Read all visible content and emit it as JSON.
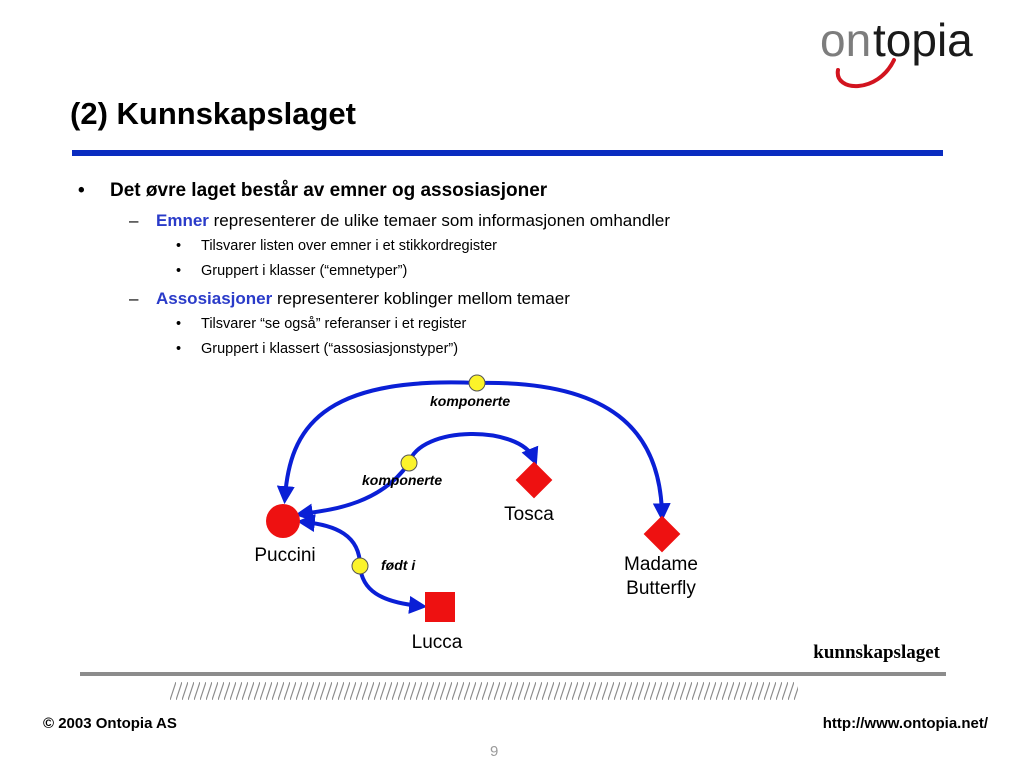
{
  "logo": {
    "text_prefix": "on",
    "text_suffix": "topia",
    "accent_color": "#d2141f",
    "gray_color": "#7d7d7d"
  },
  "title": "(2) Kunnskapslaget",
  "bullets": {
    "l1_marker": "•",
    "l1_text": "Det øvre laget består av emner og assosiasjoner",
    "l2_marker": "–",
    "emner_bold": "Emner",
    "emner_rest": " representerer de ulike temaer som informasjonen omhandler",
    "emner_sub": [
      "Tilsvarer listen over emner i et stikkordregister",
      "Gruppert i klasser (“emnetyper”)"
    ],
    "assoc_bold": "Assosiasjoner",
    "assoc_rest": " representerer koblinger mellom temaer",
    "assoc_sub": [
      "Tilsvarer “se også” referanser i et register",
      "Gruppert i klassert (“assosiasjonstyper”)"
    ],
    "l3_marker": "•"
  },
  "diagram": {
    "topics": {
      "puccini": "Puccini",
      "tosca": "Tosca",
      "madame_line1": "Madame",
      "madame_line2": "Butterfly",
      "lucca": "Lucca"
    },
    "associations": {
      "top": "komponerte",
      "middle": "komponerte",
      "born": "født i"
    },
    "colors": {
      "arc": "#0a1fd6",
      "topic": "#ee1111",
      "assoc_node": "#fbf32a"
    }
  },
  "caption": "kunnskapslaget",
  "footer": {
    "copyright": "© 2003 Ontopia AS",
    "url": "http://www.ontopia.net/",
    "page": "9"
  }
}
